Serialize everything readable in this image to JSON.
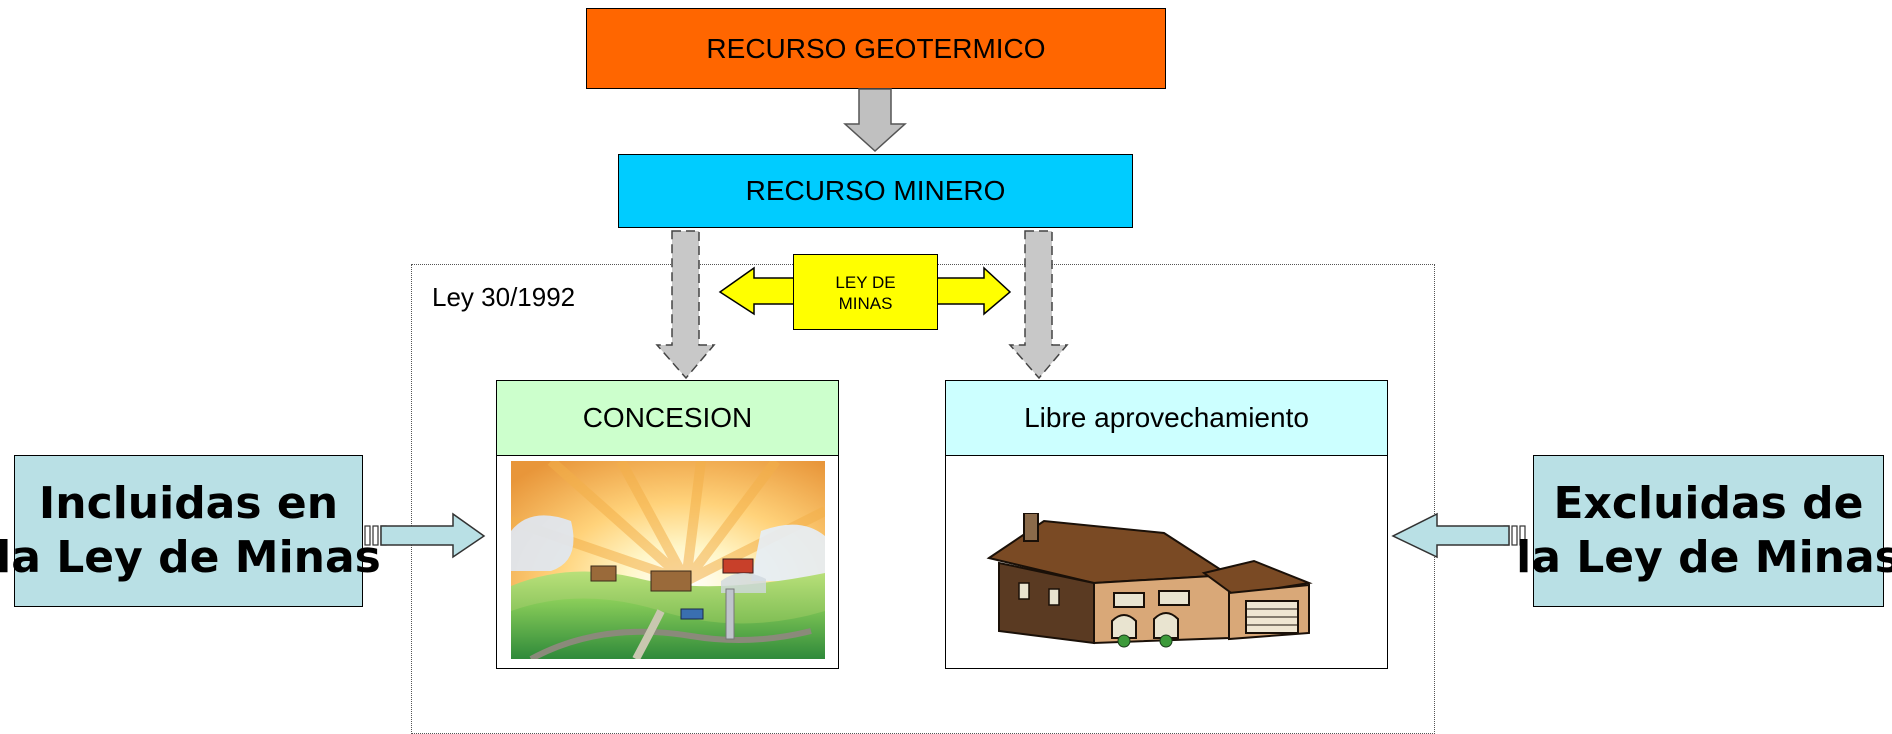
{
  "nodes": {
    "geotermico": "RECURSO GEOTERMICO",
    "minero": "RECURSO MINERO",
    "ley_minas": [
      "LEY DE",
      "MINAS"
    ],
    "ley_label": "Ley 30/1992",
    "concesion": "CONCESION",
    "libre": "Libre aprovechamiento",
    "incluidas": [
      "Incluidas en",
      "la Ley de Minas"
    ],
    "excluidas": [
      "Excluidas de",
      "la Ley de Minas"
    ]
  },
  "colors": {
    "geotermico": "#ff6600",
    "minero": "#00ccff",
    "ley_minas": "#ffff00",
    "concesion_header": "#ccffcc",
    "libre_header": "#ccffff",
    "side_boxes": "#b9e0e5",
    "arrows_gray": "#c0c0c0"
  },
  "illustrations": [
    "sunrise-landscape-illustration",
    "house-illustration"
  ]
}
